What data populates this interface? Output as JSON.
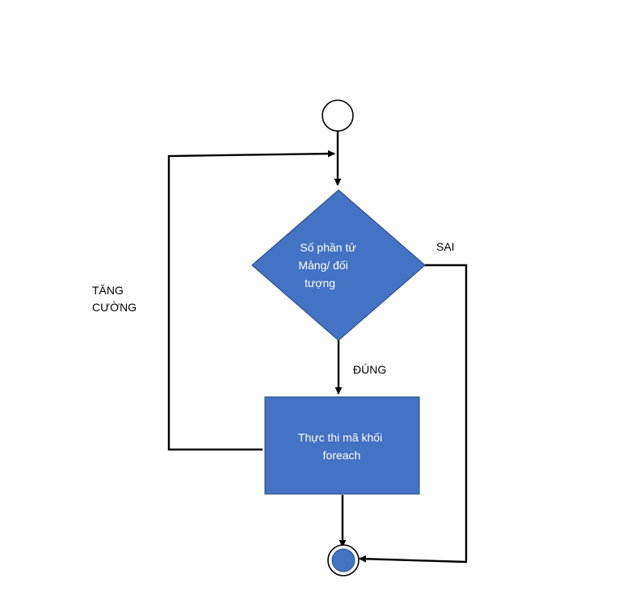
{
  "colors": {
    "node_fill": "#4472C4",
    "node_stroke": "#2F528F",
    "line": "#000000"
  },
  "nodes": {
    "start": {
      "shape": "circle",
      "label": ""
    },
    "condition": {
      "shape": "diamond",
      "label_lines": [
        "Số phần tử",
        "Mảng/ đối",
        "tượng"
      ]
    },
    "process": {
      "shape": "rectangle",
      "label_lines": [
        "Thực thi mã khối",
        "foreach"
      ]
    },
    "end": {
      "shape": "double-circle",
      "label": ""
    }
  },
  "edges": {
    "true_label": "ĐÚNG",
    "false_label": "SAI",
    "loop_label_lines": [
      "TĂNG",
      "CƯỜNG"
    ]
  }
}
